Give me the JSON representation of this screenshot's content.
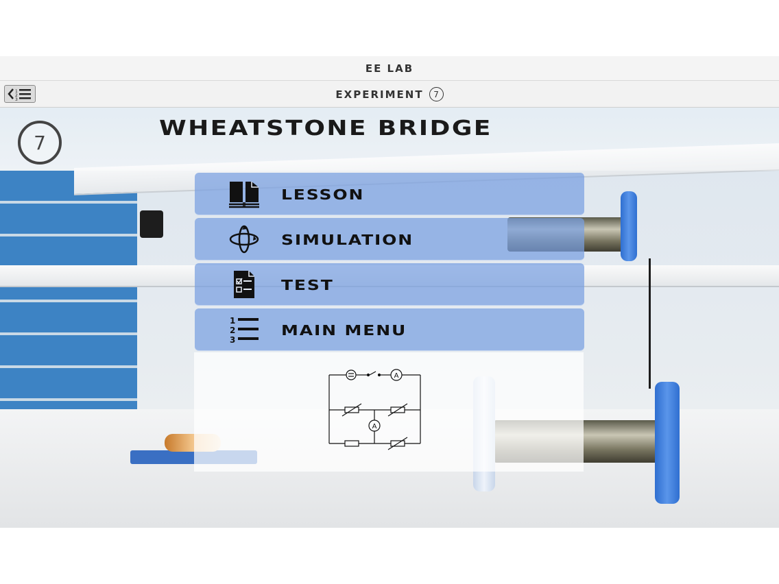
{
  "app": {
    "title": "EE LAB"
  },
  "navbar": {
    "title": "EXPERIMENT",
    "experiment_number": "7",
    "back_icon": "back-list-icon"
  },
  "experiment": {
    "number": "7",
    "title": "WHEATSTONE BRIDGE"
  },
  "menu": {
    "items": [
      {
        "label": "LESSON",
        "icon": "book-icon"
      },
      {
        "label": "SIMULATION",
        "icon": "orbit-icon"
      },
      {
        "label": "TEST",
        "icon": "checklist-document-icon"
      },
      {
        "label": "MAIN MENU",
        "icon": "numbered-list-icon"
      }
    ]
  },
  "diagram": {
    "ammeter_label_top": "A",
    "ammeter_label_mid": "A"
  }
}
